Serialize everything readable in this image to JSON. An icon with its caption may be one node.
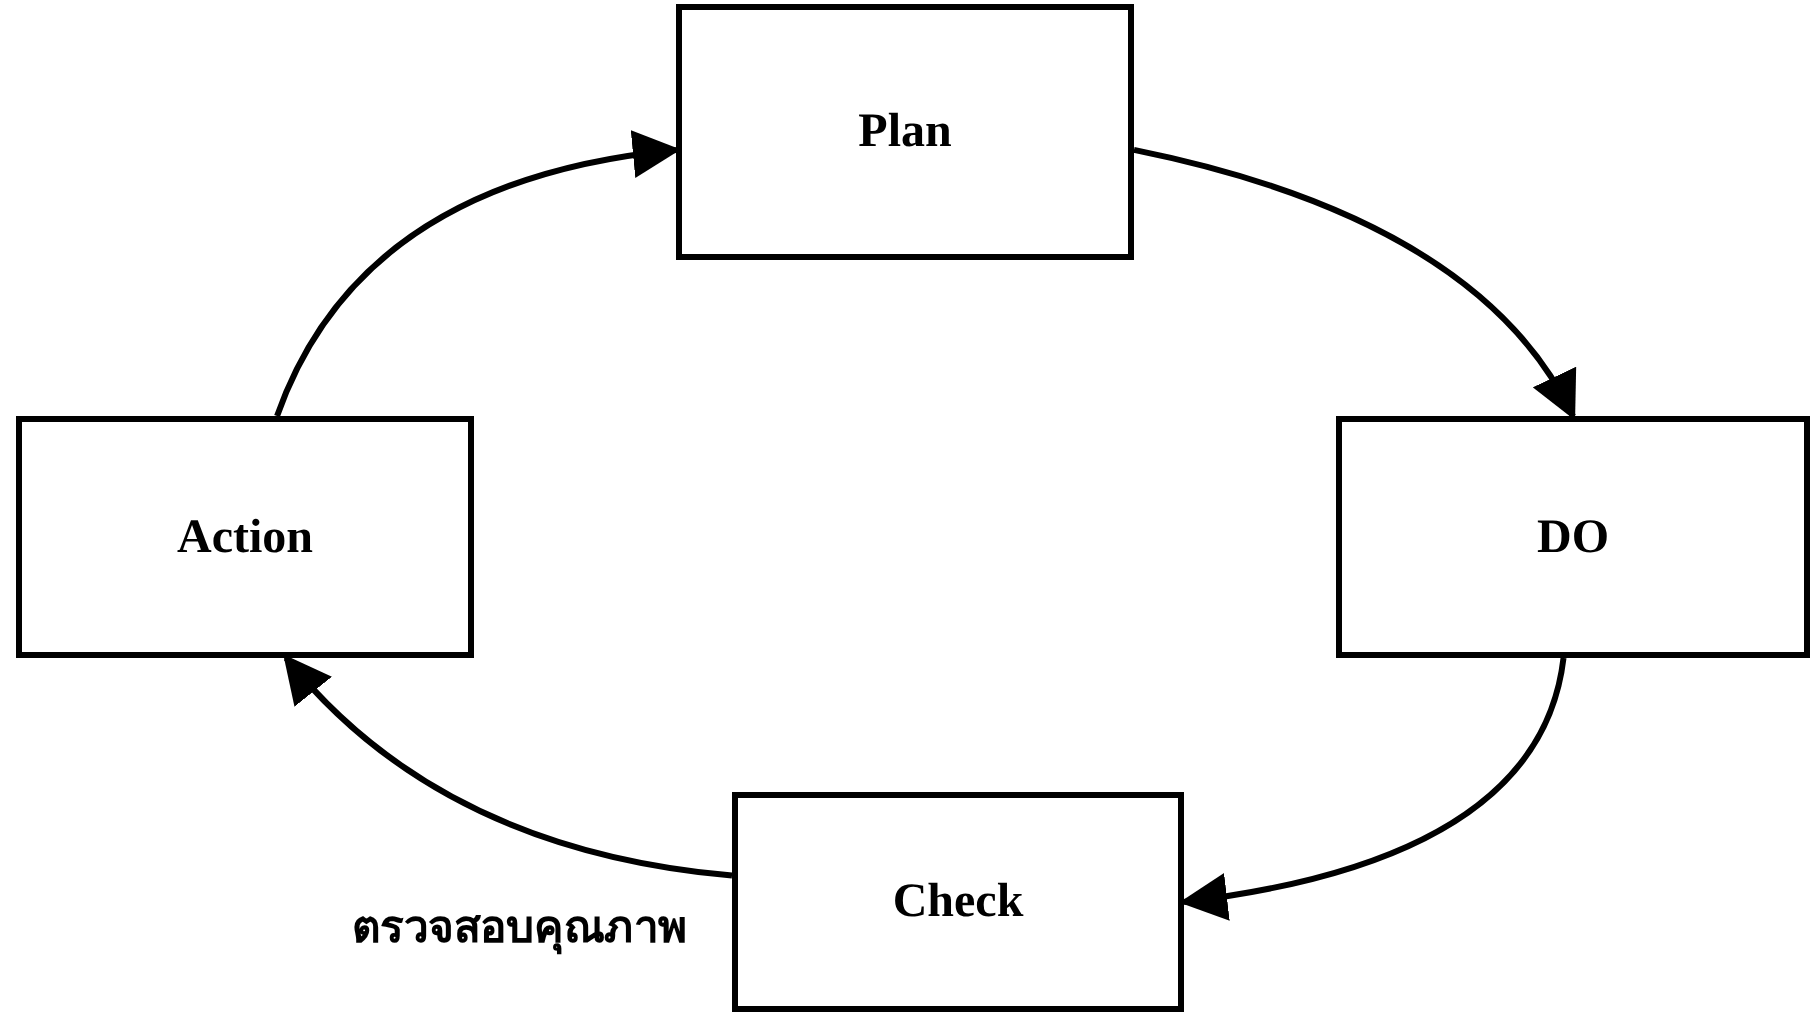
{
  "diagram": {
    "nodes": [
      {
        "text": [
          "Plan"
        ]
      },
      {
        "text": [
          "DO"
        ]
      },
      {
        "text": [
          "Check"
        ],
        "beside": [
          "ตรวจสอบคุณภาพ"
        ]
      },
      {
        "text": [
          "Action"
        ]
      }
    ],
    "edges": [
      {
        "from": 0,
        "to": 1,
        "arrow": "to"
      },
      {
        "from": 1,
        "to": 2,
        "arrow": "to"
      },
      {
        "from": 2,
        "to": 3,
        "arrow": "to"
      },
      {
        "from": 3,
        "to": 0,
        "arrow": "to"
      }
    ]
  }
}
